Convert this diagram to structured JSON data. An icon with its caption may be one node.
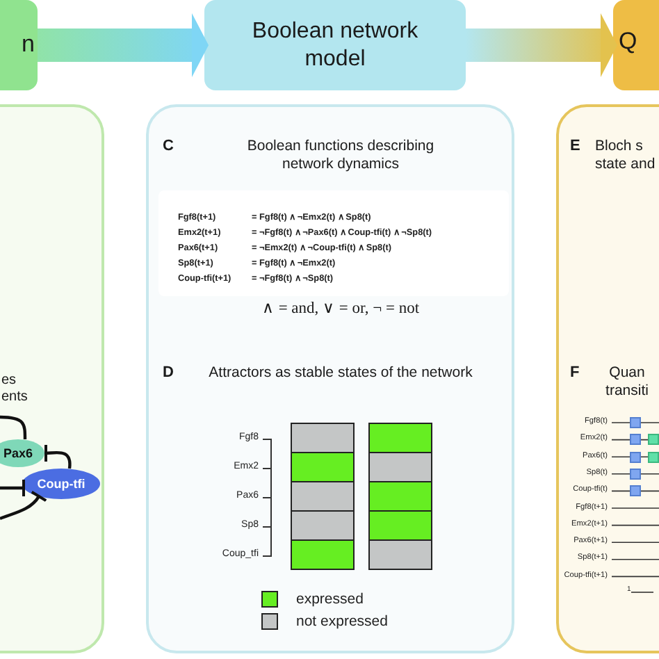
{
  "diagram": {
    "nodes": [
      {
        "text": [
          "n"
        ]
      },
      {
        "text": [
          "Boolean network model"
        ]
      },
      {
        "text": [
          "Q"
        ]
      },
      {
        "text": [
          "es ents"
        ]
      },
      {
        "text": [
          "Pax6"
        ],
        "in": 3
      },
      {
        "text": [
          "Coup-tfi"
        ],
        "in": 3
      },
      {
        "text": [
          "C",
          "Boolean functions describing network dynamics",
          "∧ = and, ∨ = or, ¬ = not",
          "D",
          "Attractors as stable states of the network"
        ]
      },
      {
        "text": [
          "E",
          "Bloch s state and",
          "F",
          "Quan transiti"
        ]
      }
    ],
    "edges": [
      {
        "from": 0,
        "to": 1,
        "arrow": "to",
        "style": "thick"
      },
      {
        "from": 1,
        "to": 2,
        "arrow": "to",
        "style": "thick"
      },
      {
        "from": 4,
        "to": null,
        "arrow": "none"
      },
      {
        "from": 5,
        "to": 4,
        "arrow": "other"
      },
      {
        "from": null,
        "to": 5,
        "arrow": "other"
      },
      {
        "from": null,
        "to": 5,
        "arrow": "other"
      }
    ],
    "labels": [
      "Fgf8(t+1)",
      "= Fgf8(t) ∧ ¬Emx2(t) ∧ Sp8(t)",
      "Emx2(t+1)",
      "= ¬Fgf8(t) ∧ ¬Pax6(t) ∧ Coup-tfi(t) ∧ ¬Sp8(t)",
      "Pax6(t+1)",
      "= ¬Emx2(t) ∧ ¬Coup-tfi(t) ∧ Sp8(t)",
      "Sp8(t+1)",
      "= Fgf8(t) ∧ ¬Emx2(t)",
      "Coup-tfi(t+1)",
      "= ¬Fgf8(t) ∧ ¬Sp8(t)",
      "Fgf8",
      "Emx2",
      "Pax6",
      "Sp8",
      "Coup_tfi",
      "Fgf8(t)",
      "Emx2(t)",
      "Pax6(t)",
      "Sp8(t)",
      "Coup-tfi(t)",
      "Fgf8(t+1)",
      "Emx2(t+1)",
      "Pax6(t+1)",
      "Sp8(t+1)",
      "Coup-tfi(t+1)",
      "1"
    ],
    "legend": [
      {
        "text": "expressed",
        "color": "#66ee22"
      },
      {
        "text": "not expressed",
        "color": "#c4c6c6"
      }
    ]
  }
}
